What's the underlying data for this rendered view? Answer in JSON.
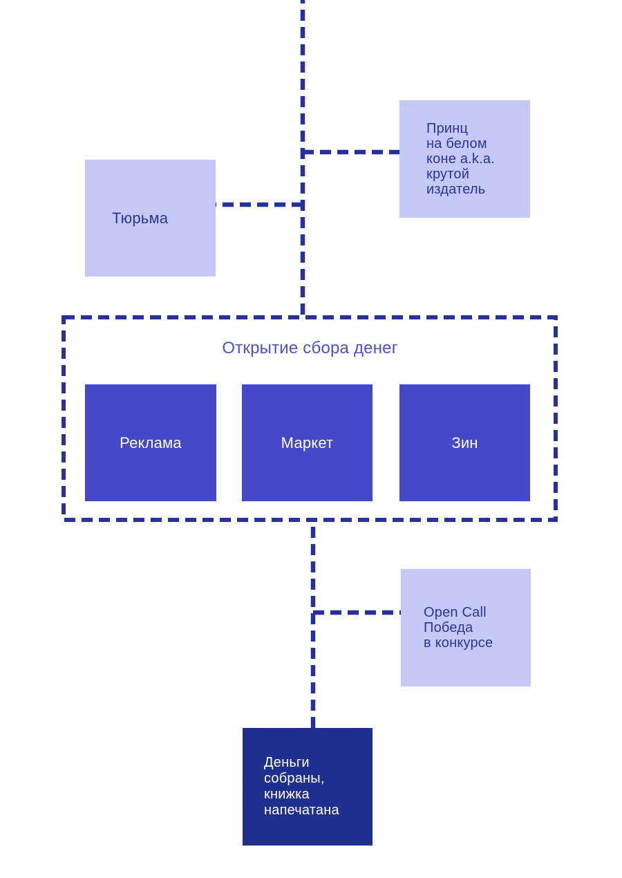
{
  "diagram": {
    "nodes": {
      "prison": {
        "label": "Тюрьма"
      },
      "prince": {
        "label": "Принц\nна белом\nконе a.k.a.\nкрутой\nиздатель"
      },
      "fundraising": {
        "title": "Открытие сбора денег",
        "items": [
          {
            "label": "Реклама"
          },
          {
            "label": "Маркет"
          },
          {
            "label": "Зин"
          }
        ]
      },
      "opencall": {
        "label": "Open Call\nПобеда\nв конкурсе"
      },
      "done": {
        "label": "Деньги\nсобраны,\nкнижка\nнапечатана"
      }
    },
    "colors": {
      "light_box": "#c5c9f8",
      "solid_box": "#4449c9",
      "navy_box": "#1e2f90",
      "dash_line": "#2830a0",
      "dark_text": "#2c3497",
      "group_title_text": "#4b50d3",
      "light_text": "#ffffff",
      "background": "#ffffff"
    }
  }
}
